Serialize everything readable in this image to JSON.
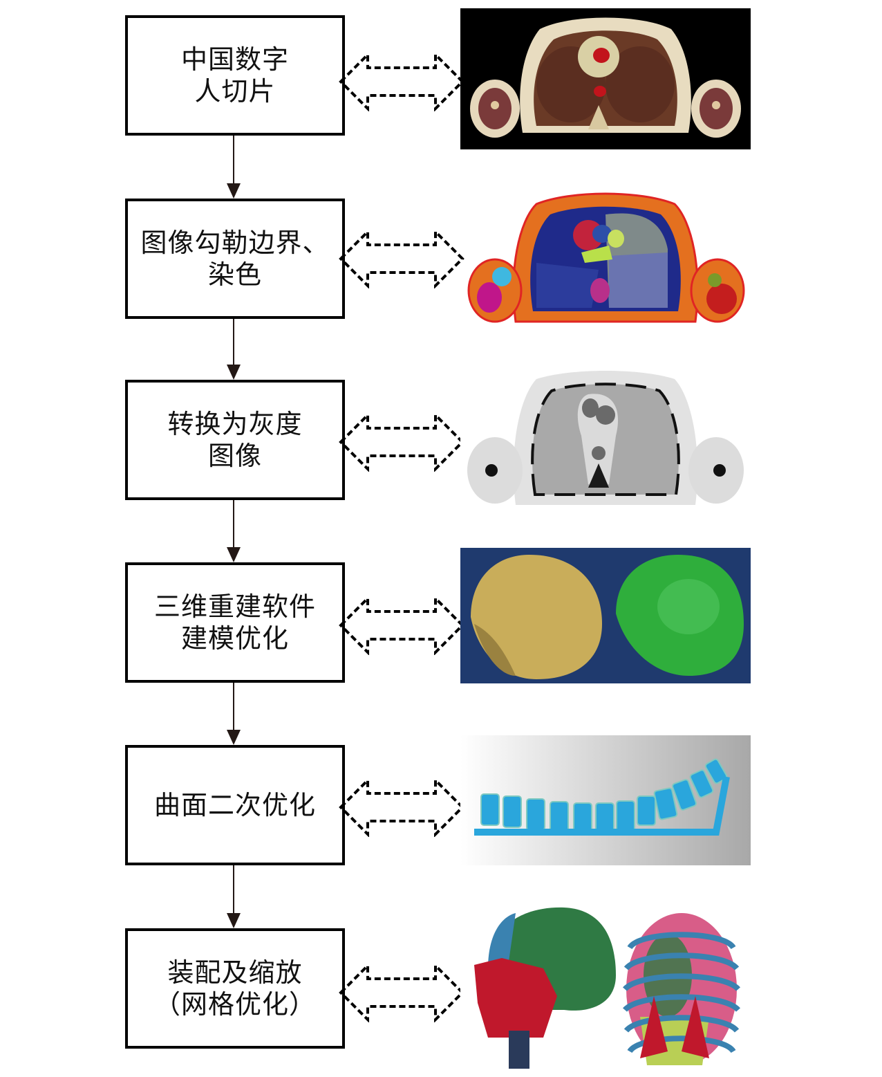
{
  "steps": [
    {
      "lines": [
        "中国数字",
        "人切片"
      ],
      "image": "cryosection-thorax-slice"
    },
    {
      "lines": [
        "图像勾勒边界、",
        "染色"
      ],
      "image": "segmented-colored-thorax-slice"
    },
    {
      "lines": [
        "转换为灰度",
        "图像"
      ],
      "image": "grayscale-thorax-slice"
    },
    {
      "lines": [
        "三维重建软件",
        "建模优化"
      ],
      "image": "3d-skull-reconstruction"
    },
    {
      "lines": [
        "曲面二次优化"
      ],
      "image": "spine-surface-model"
    },
    {
      "lines": [
        "装配及缩放",
        "（网格优化）"
      ],
      "image": "meshed-skull-and-ribcage"
    }
  ],
  "colors": {
    "box_border": "#000000",
    "flow_arrow": "#231815",
    "cryosection_bg": "#000000",
    "model_bg": "#1f3a6e",
    "skull_raw": "#c9ad5a",
    "skull_smooth": "#2fae3c",
    "spine": "#2aa6dc",
    "mesh_red": "#c0182c",
    "mesh_green": "#2f7a44",
    "mesh_blue": "#3a82b0",
    "mesh_pink": "#d85d88",
    "mesh_yellow": "#b9cf55"
  }
}
